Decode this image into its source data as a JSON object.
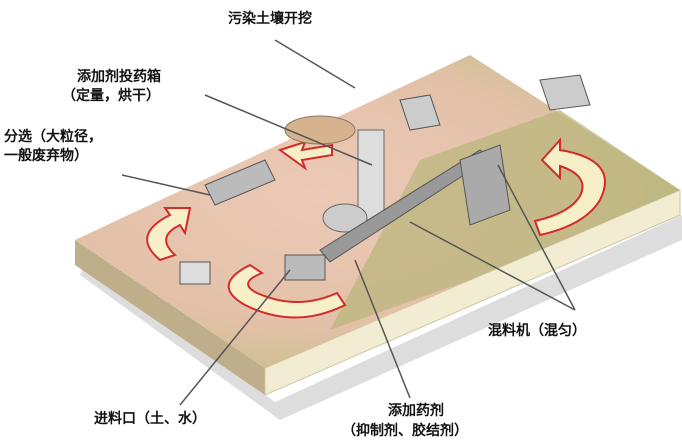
{
  "labels": {
    "excavation": "污染土壤开挖",
    "additive_box_line1": "添加剂投药箱",
    "additive_box_line2": "（定量，烘干）",
    "sorting_line1": "分选（大粒径，",
    "sorting_line2": "一般废弃物）",
    "mixer": "混料机（混匀）",
    "feed_inlet": "进料口（土、水）",
    "reagent_line1": "添加药剂",
    "reagent_line2": "（抑制剂、胶结剂）"
  },
  "colors": {
    "ground_top": "#c9c08e",
    "ground_pink": "#e8c3b0",
    "slab_side_left": "#bfae8a",
    "slab_side_right": "#f1ecd2",
    "flow_arrow": "#f7efc8",
    "flow_edge": "#d42a2a"
  }
}
